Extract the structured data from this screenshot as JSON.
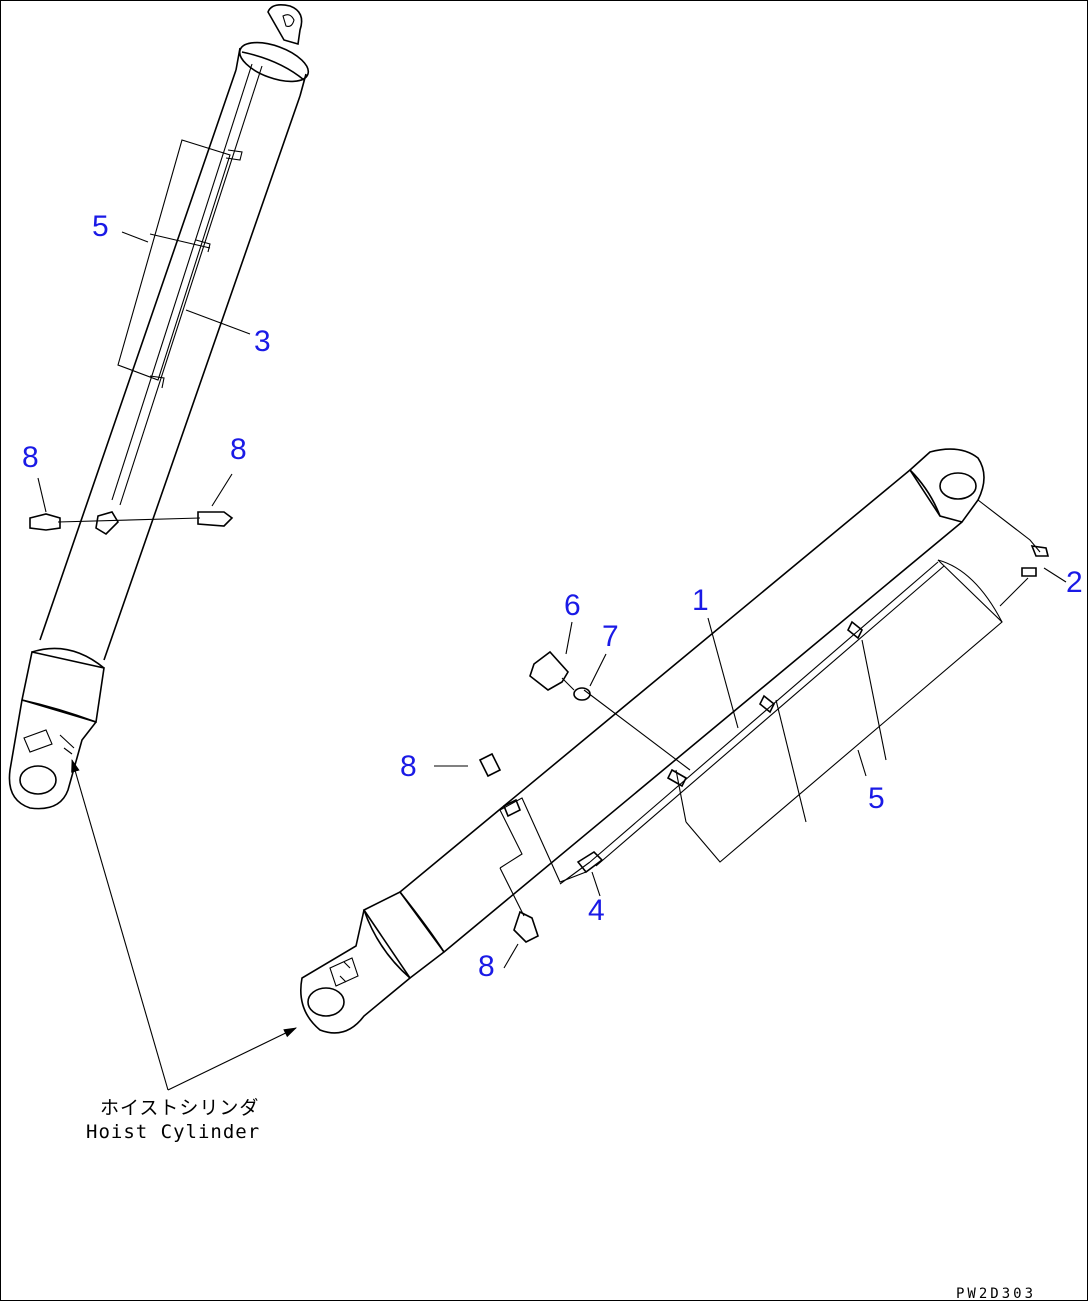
{
  "callouts": {
    "c1": "1",
    "c2": "2",
    "c3": "3",
    "c4": "4",
    "c5a": "5",
    "c5b": "5",
    "c6": "6",
    "c7": "7",
    "c8a": "8",
    "c8b": "8",
    "c8c": "8",
    "c8d": "8"
  },
  "caption": {
    "japanese": "ホイストシリンダ",
    "english": "Hoist Cylinder"
  },
  "drawing_code": "PW2D303",
  "colors": {
    "line": "#000000",
    "callout": "#1a1ae6",
    "background": "#ffffff"
  }
}
